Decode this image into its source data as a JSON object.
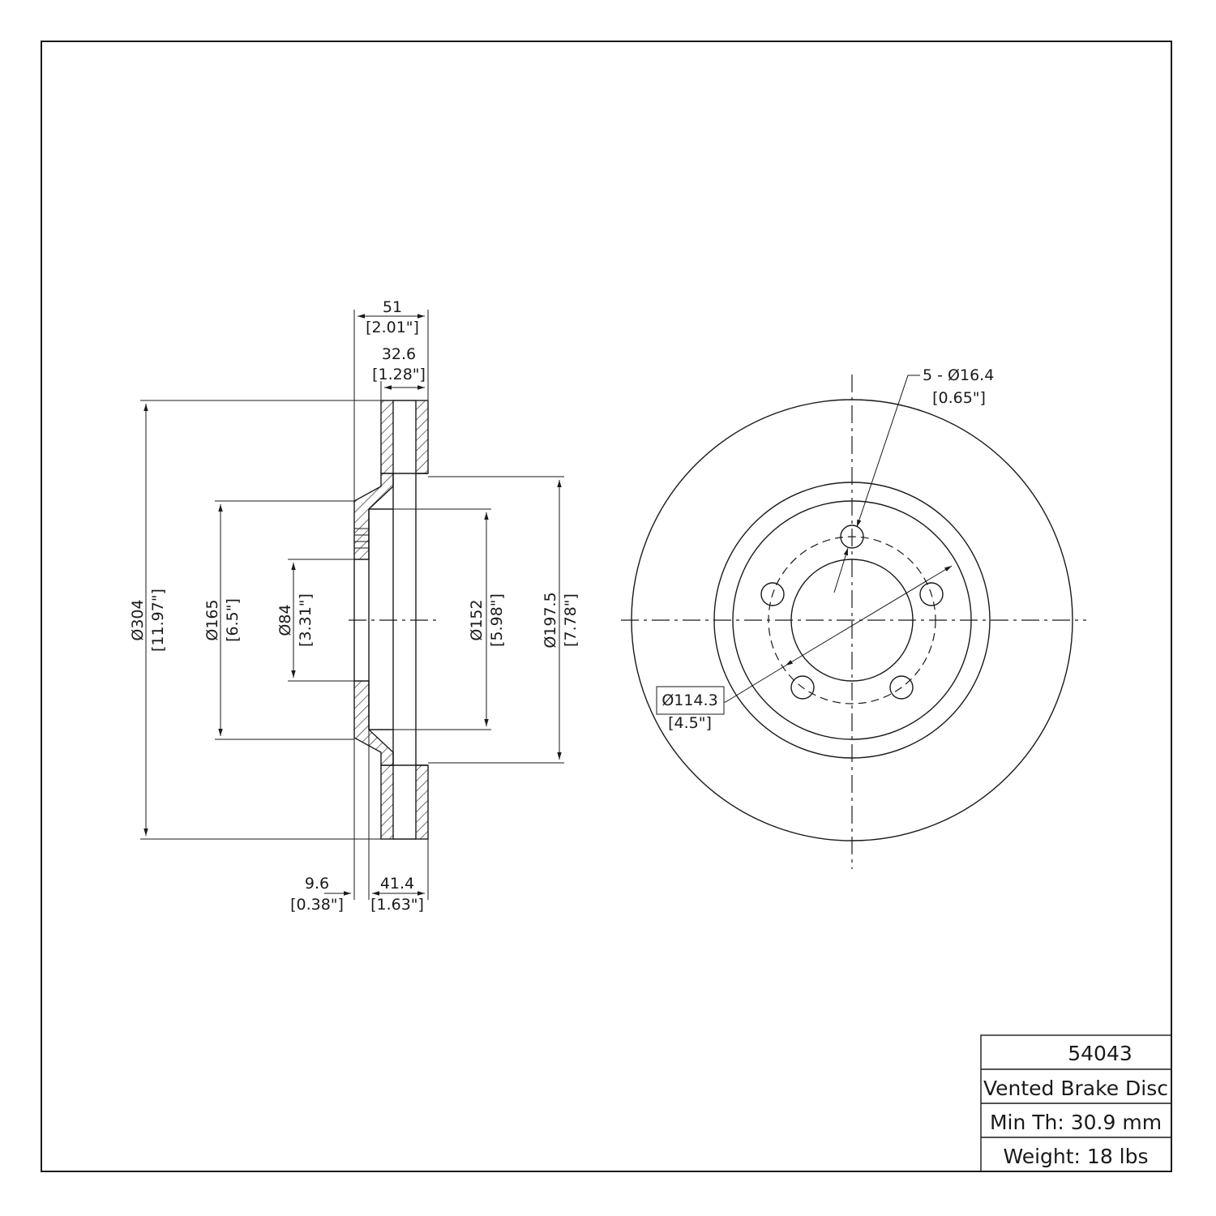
{
  "colors": {
    "line": "#1a1a1a",
    "background": "#ffffff"
  },
  "dimensions": {
    "hub_depth": {
      "mm": "51",
      "in": "[2.01\"]"
    },
    "disc_thickness": {
      "mm": "32.6",
      "in": "[1.28\"]"
    },
    "outer_diameter": {
      "mm": "Ø304",
      "in": "[11.97\"]"
    },
    "hat_diameter": {
      "mm": "Ø165",
      "in": "[6.5\"]"
    },
    "center_bore": {
      "mm": "Ø84",
      "in": "[3.31\"]"
    },
    "inner_hat_diameter": {
      "mm": "Ø152",
      "in": "[5.98\"]"
    },
    "vent_inner_diameter": {
      "mm": "Ø197.5",
      "in": "[7.78\"]"
    },
    "hat_thickness": {
      "mm": "9.6",
      "in": "[0.38\"]"
    },
    "overall_height": {
      "mm": "41.4",
      "in": "[1.63\"]"
    },
    "bolt_holes": {
      "mm": "5 - Ø16.4",
      "in": "[0.65\"]"
    },
    "bolt_circle": {
      "mm": "Ø114.3",
      "in": "[4.5\"]"
    }
  },
  "title_block": {
    "part_number": "54043",
    "description": "Vented Brake Disc",
    "min_thickness": "Min Th: 30.9 mm",
    "weight": "Weight: 18 lbs"
  }
}
